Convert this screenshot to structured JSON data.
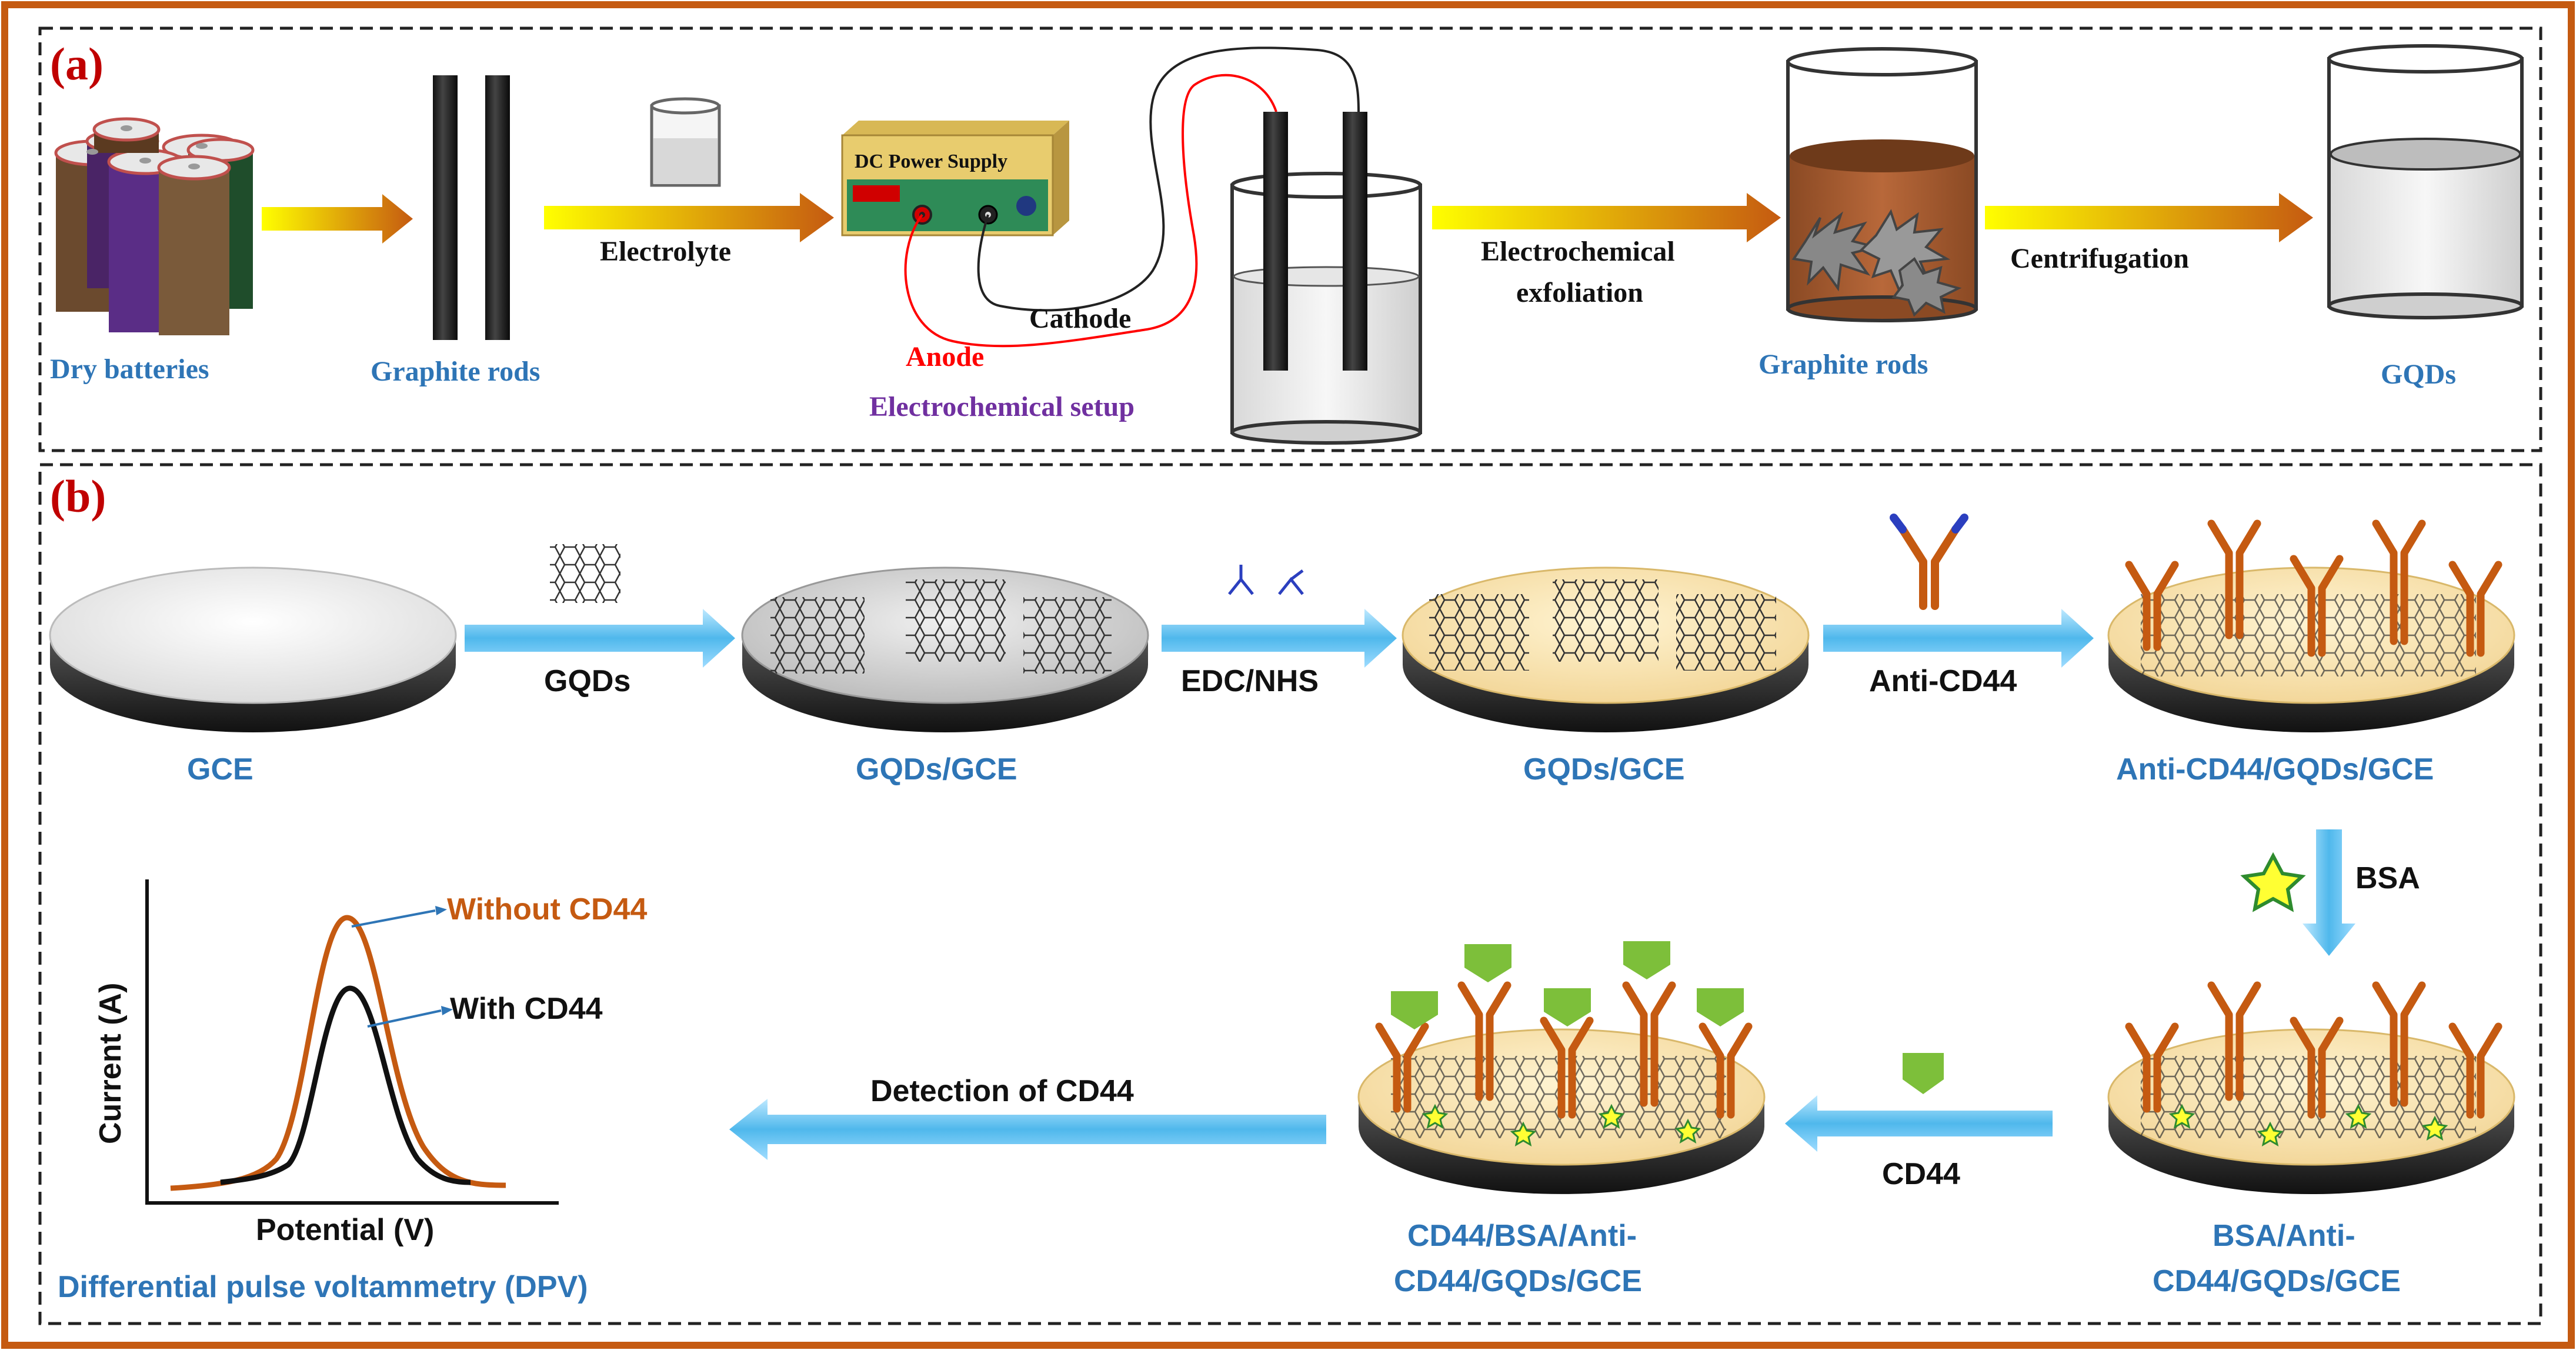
{
  "colors": {
    "frame": "#c55a11",
    "panel_label": "#c00000",
    "blue_label": "#2e75b6",
    "anode": "#ff0000",
    "setup_label": "#7030a0",
    "curve_without": "#c55a11",
    "curve_with": "#000000",
    "arrow_a_start": "#ffff00",
    "arrow_a_end": "#c55a11",
    "arrow_b": "#5bc0f0",
    "antibody": "#c55a11",
    "cd44_marker": "#7dbf3a",
    "bsa_star": "#ffff33",
    "disk_coating": "#fbe7b2",
    "power_supply": "#e3c86b",
    "power_panel": "#2e8b57",
    "brown_solution": "#a0522d"
  },
  "panel_a": {
    "label": "(a)",
    "dry_batteries": "Dry batteries",
    "graphite_rods_1": "Graphite rods",
    "electrolyte": "Electrolyte",
    "power_supply": "DC Power Supply",
    "cathode": "Cathode",
    "anode": "Anode",
    "setup": "Electrochemical setup",
    "exfoliation_1": "Electrochemical",
    "exfoliation_2": "exfoliation",
    "graphite_rods_2": "Graphite rods",
    "centrifugation": "Centrifugation",
    "gqds": "GQDs"
  },
  "panel_b": {
    "label": "(b)",
    "gce": "GCE",
    "step_gqds": "GQDs",
    "gqds_gce_1": "GQDs/GCE",
    "step_edc": "EDC/NHS",
    "gqds_gce_2": "GQDs/GCE",
    "step_anti": "Anti-CD44",
    "anti_gce": "Anti-CD44/GQDs/GCE",
    "step_bsa": "BSA",
    "bsa_gce_1": "BSA/Anti-",
    "bsa_gce_2": "CD44/GQDs/GCE",
    "step_cd44": "CD44",
    "cd44_gce_1": "CD44/BSA/Anti-",
    "cd44_gce_2": "CD44/GQDs/GCE",
    "detection": "Detection of CD44",
    "without": "Without CD44",
    "with": "With CD44",
    "ylabel": "Current (A)",
    "xlabel": "Potential (V)",
    "dpv": "Differential pulse voltammetry (DPV)"
  }
}
